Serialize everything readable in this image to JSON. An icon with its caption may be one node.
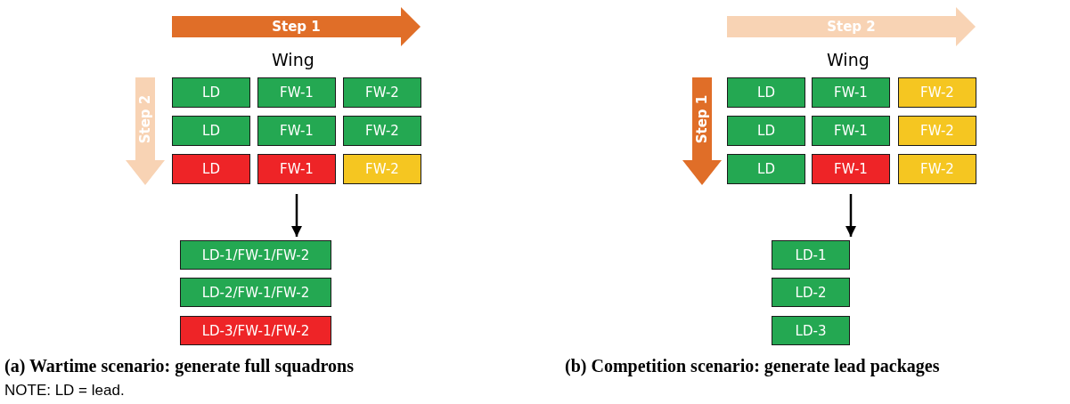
{
  "diagram": {
    "nodes": [
      {
        "text": [
          "Step 1"
        ]
      },
      {
        "text": [
          "Step 2"
        ]
      },
      {
        "text": [
          "LD"
        ]
      },
      {
        "text": [
          "FW-1"
        ]
      },
      {
        "text": [
          "FW-2"
        ]
      },
      {
        "text": [
          "LD"
        ]
      },
      {
        "text": [
          "FW-1"
        ]
      },
      {
        "text": [
          "FW-2"
        ]
      },
      {
        "text": [
          "LD"
        ]
      },
      {
        "text": [
          "FW-1"
        ]
      },
      {
        "text": [
          "FW-2"
        ]
      },
      {
        "text": [
          "LD-1/FW-1/FW-2"
        ]
      },
      {
        "text": [
          "LD-2/FW-1/FW-2"
        ]
      },
      {
        "text": [
          "LD-3/FW-1/FW-2"
        ]
      },
      {
        "text": [
          "Step 2"
        ]
      },
      {
        "text": [
          "Step 1"
        ]
      },
      {
        "text": [
          "LD"
        ]
      },
      {
        "text": [
          "FW-1"
        ]
      },
      {
        "text": [
          "FW-2"
        ]
      },
      {
        "text": [
          "LD"
        ]
      },
      {
        "text": [
          "FW-1"
        ]
      },
      {
        "text": [
          "FW-2"
        ]
      },
      {
        "text": [
          "LD"
        ]
      },
      {
        "text": [
          "FW-1"
        ]
      },
      {
        "text": [
          "FW-2"
        ]
      },
      {
        "text": [
          "LD-1"
        ]
      },
      {
        "text": [
          "LD-2"
        ]
      },
      {
        "text": [
          "LD-3"
        ]
      }
    ],
    "edges": [
      {
        "from": 9,
        "to": 11,
        "arrow": "to"
      },
      {
        "from": 23,
        "to": 25,
        "arrow": "to"
      }
    ],
    "labels": [
      "Wing",
      "Wing",
      "(a) Wartime scenario: generate full squadrons",
      "(b) Competition scenario: generate lead packages",
      "NOTE: LD = lead."
    ]
  }
}
